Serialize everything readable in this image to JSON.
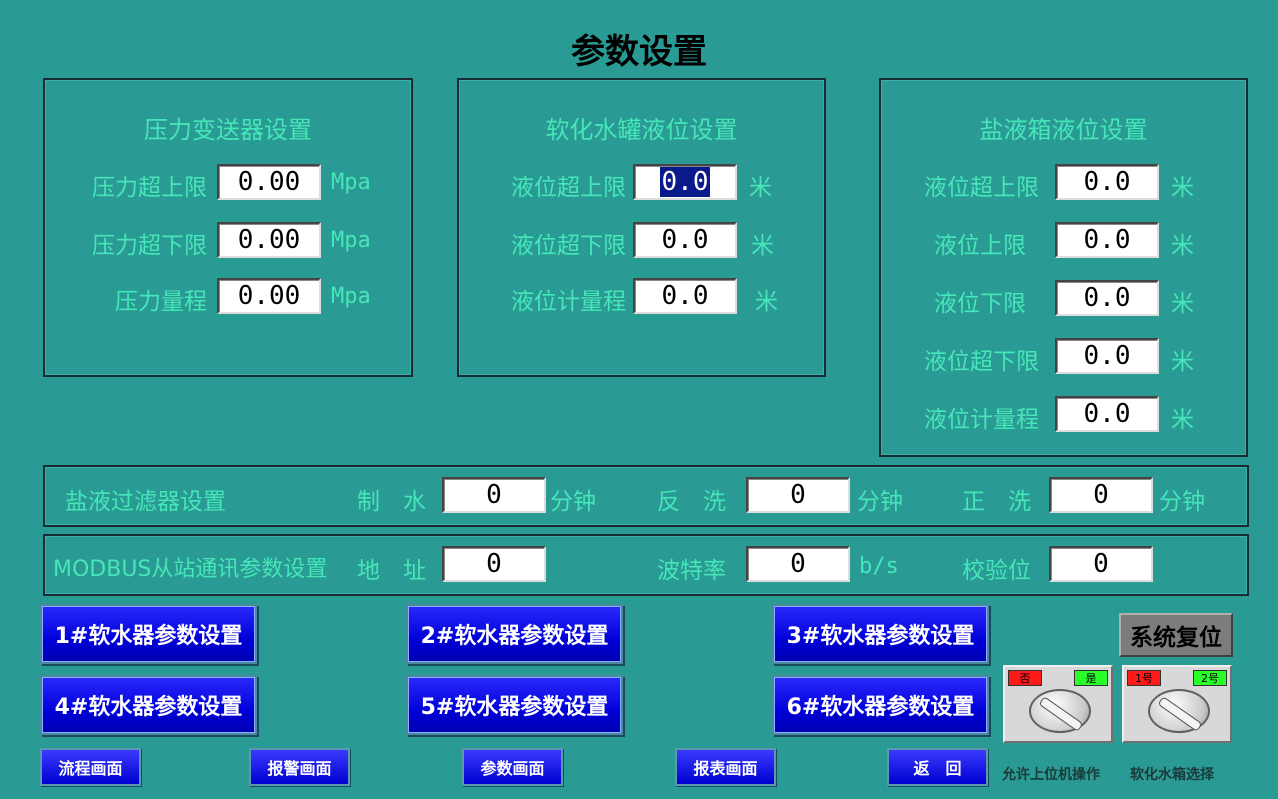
{
  "title": "参数设置",
  "pressure": {
    "title": "压力变送器设置",
    "rows": [
      {
        "label": "压力超上限",
        "value": "0.00",
        "unit": "Mpa"
      },
      {
        "label": "压力超下限",
        "value": "0.00",
        "unit": "Mpa"
      },
      {
        "label": "压力量程",
        "value": "0.00",
        "unit": "Mpa"
      }
    ]
  },
  "tank": {
    "title": "软化水罐液位设置",
    "rows": [
      {
        "label": "液位超上限",
        "value": "0.0",
        "unit": "米"
      },
      {
        "label": "液位超下限",
        "value": "0.0",
        "unit": "米"
      },
      {
        "label": "液位计量程",
        "value": "0.0",
        "unit": "米"
      }
    ]
  },
  "brine": {
    "title": "盐液箱液位设置",
    "rows": [
      {
        "label": "液位超上限",
        "value": "0.0",
        "unit": "米"
      },
      {
        "label": "液位上限",
        "value": "0.0",
        "unit": "米"
      },
      {
        "label": "液位下限",
        "value": "0.0",
        "unit": "米"
      },
      {
        "label": "液位超下限",
        "value": "0.0",
        "unit": "米"
      },
      {
        "label": "液位计量程",
        "value": "0.0",
        "unit": "米"
      }
    ]
  },
  "filter": {
    "title": "盐液过滤器设置",
    "make_label": "制　水",
    "make_value": "0",
    "back_label": "反　洗",
    "back_value": "0",
    "fwd_label": "正　洗",
    "fwd_value": "0",
    "unit": "分钟"
  },
  "modbus": {
    "title": "MODBUS从站通讯参数设置",
    "addr_label": "地　址",
    "addr_value": "0",
    "baud_label": "波特率",
    "baud_value": "0",
    "baud_unit": "b/s",
    "parity_label": "校验位",
    "parity_value": "0"
  },
  "softeners": [
    "1#软水器参数设置",
    "2#软水器参数设置",
    "3#软水器参数设置",
    "4#软水器参数设置",
    "5#软水器参数设置",
    "6#软水器参数设置"
  ],
  "reset_label": "系统复位",
  "switch_upper": {
    "off": "否",
    "on": "是",
    "caption": "允许上位机操作"
  },
  "switch_tank": {
    "off": "1号",
    "on": "2号",
    "caption": "软化水箱选择"
  },
  "nav": [
    "流程画面",
    "报警画面",
    "参数画面",
    "报表画面",
    "返　回"
  ]
}
